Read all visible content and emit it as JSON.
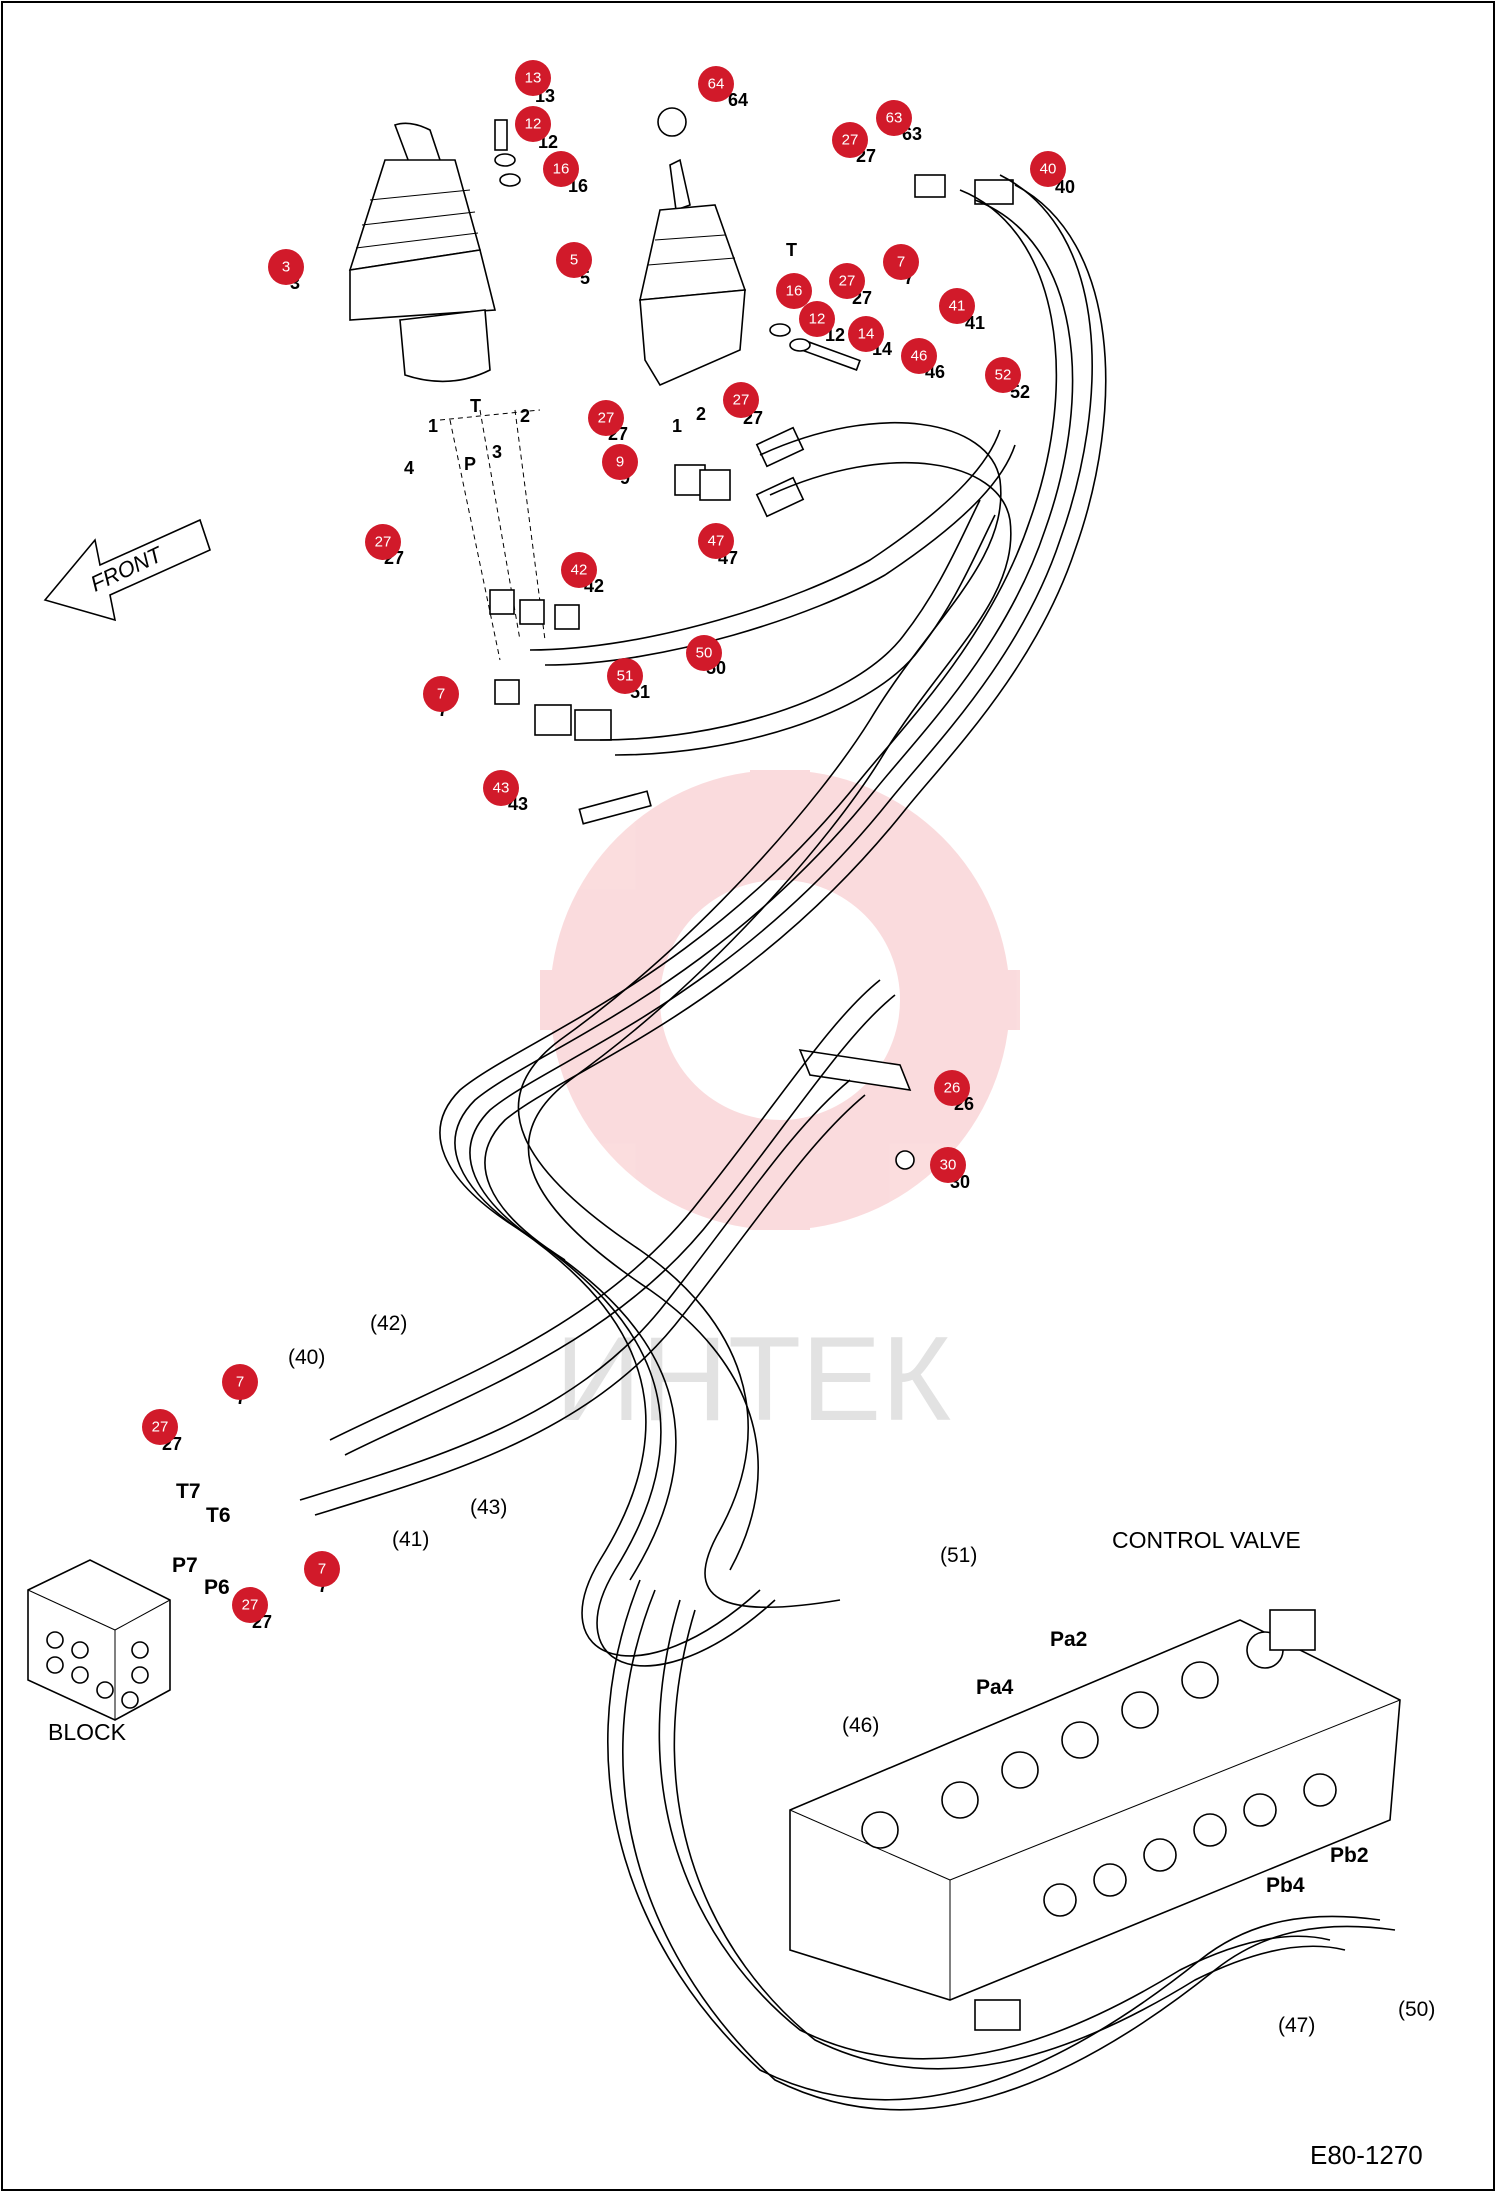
{
  "drawing": {
    "code": "E80-1270",
    "front_label": "FRONT",
    "control_valve_label": "CONTROL VALVE",
    "block_label": "BLOCK",
    "watermark": "ИНТЕК",
    "accent_color": "#d11a2a"
  },
  "callouts": [
    {
      "id": "m13",
      "label": "13"
    },
    {
      "id": "m12a",
      "label": "12"
    },
    {
      "id": "m16a",
      "label": "16"
    },
    {
      "id": "m64",
      "label": "64"
    },
    {
      "id": "m3",
      "label": "3"
    },
    {
      "id": "m5",
      "label": "5"
    },
    {
      "id": "m27a",
      "label": "27"
    },
    {
      "id": "m63",
      "label": "63"
    },
    {
      "id": "m40",
      "label": "40"
    },
    {
      "id": "m7a",
      "label": "7"
    },
    {
      "id": "m16b",
      "label": "16"
    },
    {
      "id": "m27b",
      "label": "27"
    },
    {
      "id": "m41",
      "label": "41"
    },
    {
      "id": "m12b",
      "label": "12"
    },
    {
      "id": "m14",
      "label": "14"
    },
    {
      "id": "m46",
      "label": "46"
    },
    {
      "id": "m52",
      "label": "52"
    },
    {
      "id": "m27c",
      "label": "27"
    },
    {
      "id": "m27d",
      "label": "27"
    },
    {
      "id": "m9",
      "label": "9"
    },
    {
      "id": "m47",
      "label": "47"
    },
    {
      "id": "m27e",
      "label": "27"
    },
    {
      "id": "m42",
      "label": "42"
    },
    {
      "id": "m50",
      "label": "50"
    },
    {
      "id": "m7b",
      "label": "7"
    },
    {
      "id": "m51",
      "label": "51"
    },
    {
      "id": "m43",
      "label": "43"
    },
    {
      "id": "m26",
      "label": "26"
    },
    {
      "id": "m30",
      "label": "30"
    },
    {
      "id": "m7c",
      "label": "7"
    },
    {
      "id": "m27f",
      "label": "27"
    },
    {
      "id": "m7d",
      "label": "7"
    },
    {
      "id": "m27g",
      "label": "27"
    }
  ],
  "plain_numbers": {
    "n13": "13",
    "n12a": "12",
    "n16a": "16",
    "n64": "64",
    "n3": "3",
    "n5": "5",
    "n27a": "27",
    "n63": "63",
    "n40": "40",
    "n7a": "7",
    "n27b": "27",
    "n41": "41",
    "n12b": "12",
    "n14": "14",
    "n46": "46",
    "n52": "52",
    "nT": "T",
    "n1a": "1",
    "n2a": "2",
    "nTb": "T",
    "n1b": "1",
    "n2b": "2",
    "n4": "4",
    "nP": "P",
    "n3b": "3",
    "n27c": "27",
    "n27d": "27",
    "n9": "9",
    "n47": "47",
    "n27e": "27",
    "n42": "42",
    "n50": "50",
    "n7b": "7",
    "n51": "51",
    "n43": "43",
    "n26": "26",
    "n30": "30",
    "n7c": "7",
    "n27f": "27",
    "n7d": "7",
    "n27g": "27"
  },
  "hose_refs": {
    "r40": "(40)",
    "r42": "(42)",
    "r41": "(41)",
    "r43": "(43)",
    "r51": "(51)",
    "r46": "(46)",
    "r47": "(47)",
    "r50": "(50)"
  },
  "ports": {
    "T7": "T7",
    "T6": "T6",
    "P7": "P7",
    "P6": "P6",
    "Pa2": "Pa2",
    "Pa4": "Pa4",
    "Pb2": "Pb2",
    "Pb4": "Pb4"
  }
}
